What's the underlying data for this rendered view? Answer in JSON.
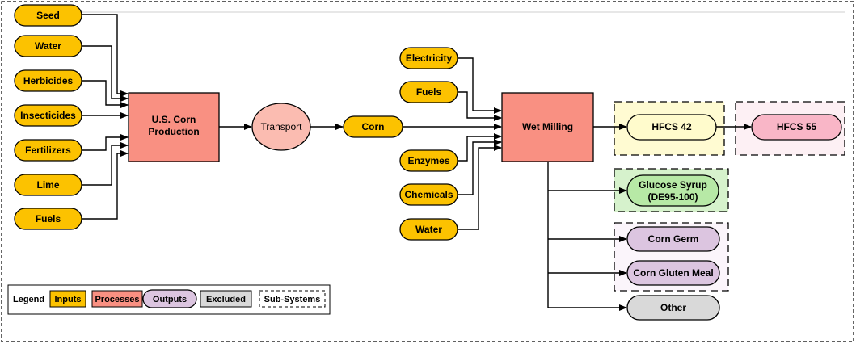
{
  "colors": {
    "input_fill": "#fcc200",
    "process_fill": "#f99082",
    "transport_fill": "#fbbcb1",
    "output_hfcs42_fill": "#fffbcc",
    "output_hfcs55_fill": "#f9b6c7",
    "output_glucose_fill": "#b7e9a6",
    "output_germ_fill": "#dcc5e0",
    "excluded_fill": "#d9d9d9",
    "subsystem_hfcs42_bg": "#fffbd2",
    "subsystem_hfcs55_bg": "#fdf0f4",
    "subsystem_glucose_bg": "#d6f2cc",
    "subsystem_germ_bg": "#fbf5fb"
  },
  "corn_inputs": [
    {
      "key": "seed",
      "label": "Seed"
    },
    {
      "key": "water",
      "label": "Water"
    },
    {
      "key": "herbicides",
      "label": "Herbicides"
    },
    {
      "key": "insecticides",
      "label": "Insecticides"
    },
    {
      "key": "fertilizers",
      "label": "Fertilizers"
    },
    {
      "key": "lime",
      "label": "Lime"
    },
    {
      "key": "fuels",
      "label": "Fuels"
    }
  ],
  "corn_production": {
    "line1": "U.S. Corn",
    "line2": "Production"
  },
  "transport": {
    "label": "Transport"
  },
  "corn": {
    "label": "Corn"
  },
  "milling_inputs": [
    {
      "key": "electricity",
      "label": "Electricity"
    },
    {
      "key": "fuels",
      "label": "Fuels"
    },
    {
      "key": "enzymes",
      "label": "Enzymes"
    },
    {
      "key": "chemicals",
      "label": "Chemicals"
    },
    {
      "key": "water",
      "label": "Water"
    }
  ],
  "wet_milling": {
    "label": "Wet Milling"
  },
  "outputs": {
    "hfcs42": "HFCS 42",
    "hfcs55": "HFCS 55",
    "glucose_line1": "Glucose Syrup",
    "glucose_line2": "(DE95-100)",
    "corn_germ": "Corn Germ",
    "corn_gluten_meal": "Corn Gluten Meal",
    "other": "Other"
  },
  "legend": {
    "title": "Legend",
    "inputs": "Inputs",
    "processes": "Processes",
    "outputs": "Outputs",
    "excluded": "Excluded",
    "subsystems": "Sub-Systems"
  }
}
